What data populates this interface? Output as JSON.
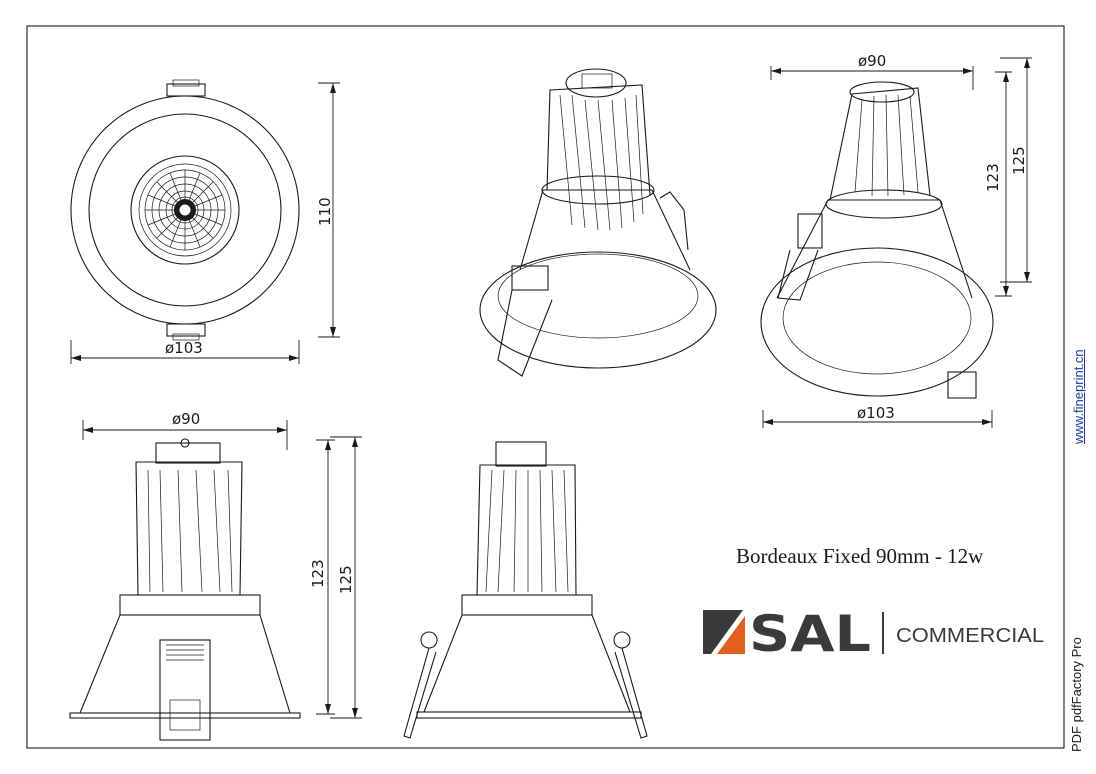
{
  "title": "Bordeaux Fixed 90mm - 12w",
  "brand": {
    "mark": "SAL",
    "division": "COMMERCIAL",
    "accent_color": "#e2601f",
    "dark_color": "#3a3a3a"
  },
  "dimensions": {
    "top_view_height": "110",
    "top_view_width": "ø103",
    "iso_right_top": "ø90",
    "iso_right_h1": "123",
    "iso_right_h2": "125",
    "iso_right_bottom": "ø103",
    "side_width": "ø90",
    "side_h1": "123",
    "side_h2": "125"
  },
  "side_link": "www.fineprint.cn",
  "pdf_note": "PDF  pdfFactory Pro"
}
